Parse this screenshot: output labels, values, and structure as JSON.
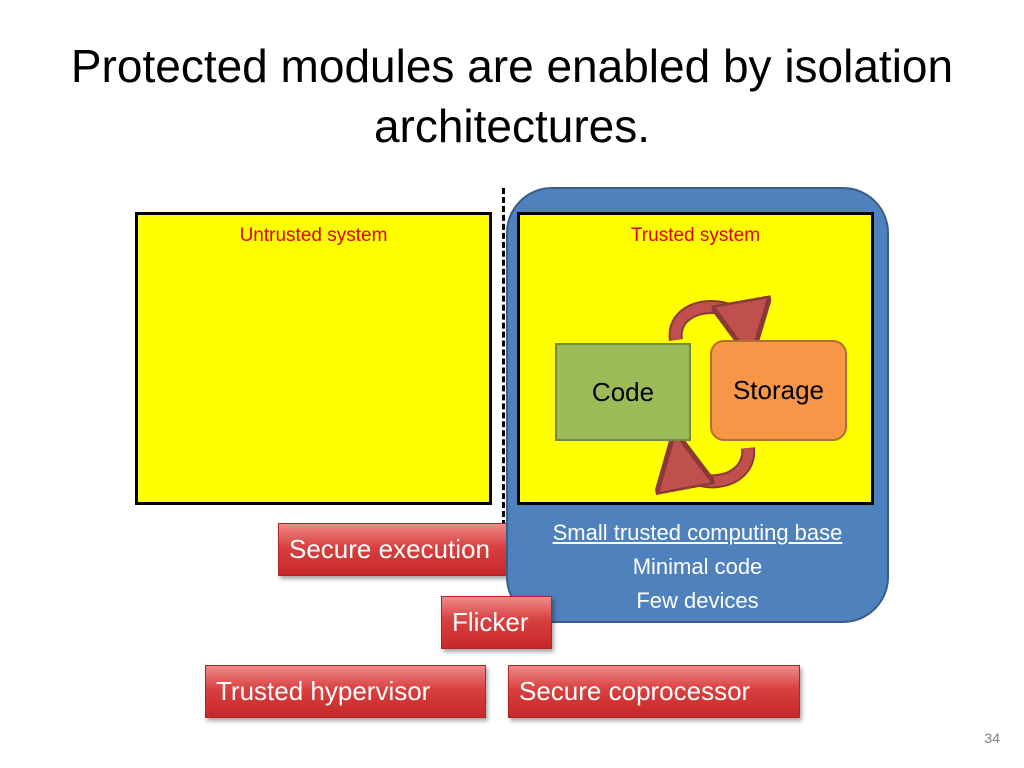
{
  "slide": {
    "title": "Protected modules are enabled by isolation architectures.",
    "page_number": "34"
  },
  "diagram": {
    "untrusted_label": "Untrusted system",
    "trusted_label": "Trusted system",
    "code_label": "Code",
    "storage_label": "Storage",
    "tcb_title": "Small trusted computing base",
    "tcb_line1": "Minimal code",
    "tcb_line2": "Few devices"
  },
  "tags": {
    "secure_execution": "Secure execution",
    "flicker": "Flicker",
    "trusted_hypervisor": "Trusted hypervisor",
    "secure_coprocessor": "Secure coprocessor"
  },
  "colors": {
    "system_box": "#ffff00",
    "label_red": "#e00000",
    "trusted_panel": "#4f81bd",
    "code": "#9bbb59",
    "storage": "#f79646",
    "tag": "#d94040"
  }
}
